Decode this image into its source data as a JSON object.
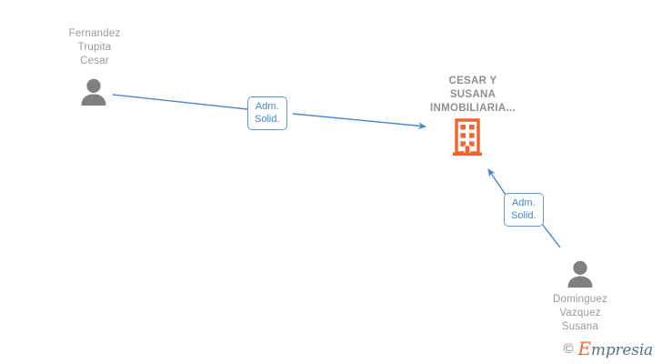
{
  "graph": {
    "title": "CESAR Y SUSANA INMOBILIARIA...",
    "nodes": [
      {
        "id": "person-fernandez",
        "type": "person",
        "icon": "person-icon",
        "label_lines": [
          "Fernandez",
          "Trupita",
          "Cesar"
        ],
        "label_text": "Fernandez Trupita Cesar",
        "color": "#808080"
      },
      {
        "id": "company-cesar-susana",
        "type": "company",
        "icon": "building-icon",
        "label_lines": [
          "CESAR Y",
          "SUSANA",
          "INMOBILIARIA..."
        ],
        "label_text": "CESAR Y SUSANA INMOBILIARIA...",
        "color": "#f4622d"
      },
      {
        "id": "person-dominguez",
        "type": "person",
        "icon": "person-icon",
        "label_lines": [
          "Dominguez",
          "Vazquez",
          "Susana"
        ],
        "label_text": "Dominguez Vazquez Susana",
        "color": "#808080"
      }
    ],
    "edges": [
      {
        "id": "edge-fernandez-to-company",
        "from": "person-fernandez",
        "to": "company-cesar-susana",
        "label_lines": [
          "Adm.",
          "Solid."
        ],
        "label_text": "Adm. Solid.",
        "color": "#4a86d0"
      },
      {
        "id": "edge-dominguez-to-company",
        "from": "person-dominguez",
        "to": "company-cesar-susana",
        "label_lines": [
          "Adm.",
          "Solid."
        ],
        "label_text": "Adm. Solid.",
        "color": "#4a86d0"
      }
    ]
  },
  "watermark": {
    "copyright": "©",
    "brand_initial": "E",
    "brand_rest": "mpresia",
    "brand": "Empresia"
  },
  "colors": {
    "background": "#ffffff",
    "edge": "#4a86d0",
    "edge_label_border": "#5b9bd5",
    "edge_label_text": "#4a86c8",
    "person": "#808080",
    "company": "#f4622d",
    "node_text": "#9a9a9a",
    "company_text": "#8f8f8f"
  }
}
